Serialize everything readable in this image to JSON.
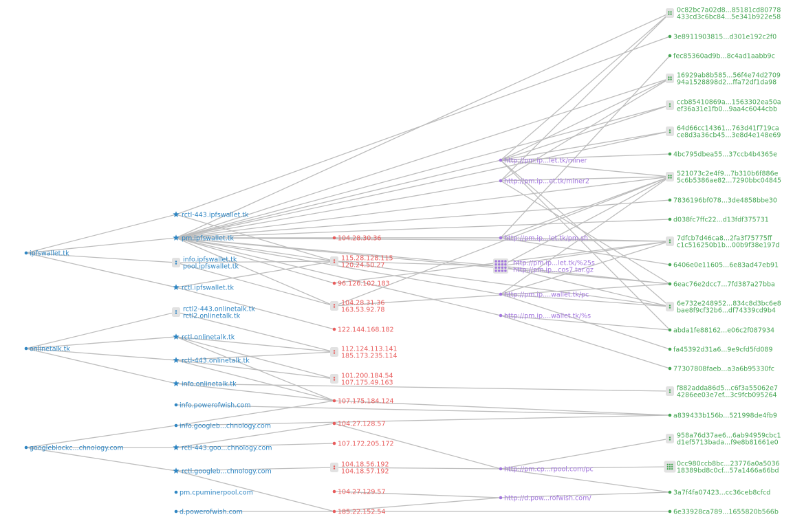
{
  "colors": {
    "domain": "#2f86c3",
    "ip": "#e85b5b",
    "url": "#a276dd",
    "hash": "#45a653",
    "edge": "#bdbdbd",
    "group_box": "#e2e2e2"
  },
  "columns": {
    "root_domains": [
      {
        "id": "d0",
        "labels": [
          "ipfswallet.tk"
        ],
        "type": "domain",
        "icon": "dot"
      },
      {
        "id": "d1",
        "labels": [
          "onlinetalk.tk"
        ],
        "type": "domain",
        "icon": "dot"
      },
      {
        "id": "d2",
        "labels": [
          "googleblockc...chnology.com"
        ],
        "type": "domain",
        "icon": "dot"
      }
    ],
    "subdomains": [
      {
        "id": "s0",
        "labels": [
          "rctl-443.ipfswallet.tk"
        ],
        "type": "domain",
        "icon": "star"
      },
      {
        "id": "s1",
        "labels": [
          "pm.ipfswallet.tk"
        ],
        "type": "domain",
        "icon": "star"
      },
      {
        "id": "s2",
        "labels": [
          "info.ipfswallet.tk",
          "pool.ipfswallet.tk"
        ],
        "type": "domain",
        "icon": "group"
      },
      {
        "id": "s3",
        "labels": [
          "rctl.ipfswallet.tk"
        ],
        "type": "domain",
        "icon": "star"
      },
      {
        "id": "s4",
        "labels": [
          "rctl2-443.onlinetalk.tk",
          "rctl2.onlinetalk.tk"
        ],
        "type": "domain",
        "icon": "group"
      },
      {
        "id": "s5",
        "labels": [
          "rctl.onlinetalk.tk"
        ],
        "type": "domain",
        "icon": "star"
      },
      {
        "id": "s6",
        "labels": [
          "rctl-443.onlinetalk.tk"
        ],
        "type": "domain",
        "icon": "star"
      },
      {
        "id": "s7",
        "labels": [
          "info.onlinetalk.tk"
        ],
        "type": "domain",
        "icon": "star"
      },
      {
        "id": "s8",
        "labels": [
          "info.powerofwish.com"
        ],
        "type": "domain",
        "icon": "dot"
      },
      {
        "id": "s9",
        "labels": [
          "info.googleb...chnology.com"
        ],
        "type": "domain",
        "icon": "dot"
      },
      {
        "id": "s10",
        "labels": [
          "rctl-443.goo...chnology.com"
        ],
        "type": "domain",
        "icon": "star"
      },
      {
        "id": "s11",
        "labels": [
          "rctl.googleb...chnology.com"
        ],
        "type": "domain",
        "icon": "star"
      },
      {
        "id": "s12",
        "labels": [
          "pm.cpuminerpool.com"
        ],
        "type": "domain",
        "icon": "dot"
      },
      {
        "id": "s13",
        "labels": [
          "d.powerofwish.com"
        ],
        "type": "domain",
        "icon": "dot"
      }
    ],
    "ips": [
      {
        "id": "i0",
        "labels": [
          "104.28.30.36"
        ],
        "type": "ip",
        "icon": "dot"
      },
      {
        "id": "i1",
        "labels": [
          "115.28.128.115",
          "120.24.50.27"
        ],
        "type": "ip",
        "icon": "group"
      },
      {
        "id": "i2",
        "labels": [
          "96.126.102.183"
        ],
        "type": "ip",
        "icon": "dot"
      },
      {
        "id": "i3",
        "labels": [
          "104.28.31.36",
          "163.53.92.78"
        ],
        "type": "ip",
        "icon": "group"
      },
      {
        "id": "i4",
        "labels": [
          "122.144.168.182"
        ],
        "type": "ip",
        "icon": "dot"
      },
      {
        "id": "i5",
        "labels": [
          "112.124.113.141",
          "185.173.235.114"
        ],
        "type": "ip",
        "icon": "group"
      },
      {
        "id": "i6",
        "labels": [
          "101.200.184.54",
          "107.175.49.163"
        ],
        "type": "ip",
        "icon": "group"
      },
      {
        "id": "i7",
        "labels": [
          "107.175.184.124"
        ],
        "type": "ip",
        "icon": "dot"
      },
      {
        "id": "i8",
        "labels": [
          "104.27.128.57"
        ],
        "type": "ip",
        "icon": "dot"
      },
      {
        "id": "i9",
        "labels": [
          "107.172.205.172"
        ],
        "type": "ip",
        "icon": "dot"
      },
      {
        "id": "i10",
        "labels": [
          "104.18.56.192",
          "104.18.57.192"
        ],
        "type": "ip",
        "icon": "group"
      },
      {
        "id": "i11",
        "labels": [
          "104.27.129.57"
        ],
        "type": "ip",
        "icon": "dot"
      },
      {
        "id": "i12",
        "labels": [
          "185.22.152.54"
        ],
        "type": "ip",
        "icon": "dot"
      }
    ],
    "urls": [
      {
        "id": "u0",
        "labels": [
          "http://pm.ip...let.tk/miner"
        ],
        "type": "url",
        "icon": "dot"
      },
      {
        "id": "u1",
        "labels": [
          "http://pm.ip...et.tk/miner2"
        ],
        "type": "url",
        "icon": "dot"
      },
      {
        "id": "u2",
        "labels": [
          "http://pm.ip...let.tk/pm.sh"
        ],
        "type": "url",
        "icon": "dot"
      },
      {
        "id": "u3",
        "labels": [
          "http://pm.ip...let.tk/%25s",
          "http://pm.ip...cos7.tar.gz"
        ],
        "type": "url",
        "icon": "biggroup"
      },
      {
        "id": "u4",
        "labels": [
          "http://pm.ip....wallet.tk/pc"
        ],
        "type": "url",
        "icon": "dot"
      },
      {
        "id": "u5",
        "labels": [
          "http://pm.ip....wallet.tk/%s"
        ],
        "type": "url",
        "icon": "dot"
      },
      {
        "id": "u6",
        "labels": [
          "http://pm.cp...rpool.com/pc"
        ],
        "type": "url",
        "icon": "dot"
      },
      {
        "id": "u7",
        "labels": [
          "http://d.pow...rofwish.com/"
        ],
        "type": "url",
        "icon": "dot"
      }
    ],
    "hashes": [
      {
        "id": "h0",
        "labels": [
          "0c82bc7a02d8...85181cd80778",
          "433cd3c6bc84...5e341b922e58"
        ],
        "type": "hash",
        "icon": "group4"
      },
      {
        "id": "h1",
        "labels": [
          "3e8911903815...d301e192c2f0"
        ],
        "type": "hash",
        "icon": "dot"
      },
      {
        "id": "h2",
        "labels": [
          "fec85360ad9b...8c4ad1aabb9c"
        ],
        "type": "hash",
        "icon": "dot"
      },
      {
        "id": "h3",
        "labels": [
          "16929ab8b585...56f4e74d2709",
          "94a1528898d2...ffa72df1da98"
        ],
        "type": "hash",
        "icon": "group4"
      },
      {
        "id": "h4",
        "labels": [
          "ccb85410869a...1563302ea50a",
          "ef36a31e1fb0...9aa4c6044cbb"
        ],
        "type": "hash",
        "icon": "group"
      },
      {
        "id": "h5",
        "labels": [
          "64d66cc14361...763d41f719ca",
          "ce8d3a36cb45...3e8d4e148e69"
        ],
        "type": "hash",
        "icon": "group"
      },
      {
        "id": "h6",
        "labels": [
          "4bc795dbea55...37ccb4b4365e"
        ],
        "type": "hash",
        "icon": "dot"
      },
      {
        "id": "h7",
        "labels": [
          "521073c2e4f9...7b310b6f886e",
          "5c6b5386ae82...7290bbc04845"
        ],
        "type": "hash",
        "icon": "group4"
      },
      {
        "id": "h8",
        "labels": [
          "7836196bf078...3de4858bbe30"
        ],
        "type": "hash",
        "icon": "dot"
      },
      {
        "id": "h9",
        "labels": [
          "d038fc7ffc22...d13fdf375731"
        ],
        "type": "hash",
        "icon": "dot"
      },
      {
        "id": "h10",
        "labels": [
          "7dfcb7d46ca8...2fa3f75775ff",
          "c1c516250b1b...00b9f38e197d"
        ],
        "type": "hash",
        "icon": "group"
      },
      {
        "id": "h11",
        "labels": [
          "6406e0e11605...6e83ad47eb91"
        ],
        "type": "hash",
        "icon": "dot"
      },
      {
        "id": "h12",
        "labels": [
          "6eac76e2dcc7...7fd387a27bba"
        ],
        "type": "hash",
        "icon": "dot"
      },
      {
        "id": "h13",
        "labels": [
          "6e732e248952...834c8d3bc6e8",
          "bae8f9cf32b6...df74339cd9b4"
        ],
        "type": "hash",
        "icon": "group"
      },
      {
        "id": "h14",
        "labels": [
          "abda1fe88162...e06c2f087934"
        ],
        "type": "hash",
        "icon": "dot"
      },
      {
        "id": "h15",
        "labels": [
          "fa45392d31a6...9e9cfd5fd089"
        ],
        "type": "hash",
        "icon": "dot"
      },
      {
        "id": "h16",
        "labels": [
          "77307808faeb...a3a6b95330fc"
        ],
        "type": "hash",
        "icon": "dot"
      },
      {
        "id": "h17",
        "labels": [
          "f882adda86d5...c6f3a55062e7",
          "4286ee03e7ef...3c9fcb095264"
        ],
        "type": "hash",
        "icon": "group"
      },
      {
        "id": "h18",
        "labels": [
          "a839433b156b...521998de4fb9"
        ],
        "type": "hash",
        "icon": "dot"
      },
      {
        "id": "h19",
        "labels": [
          "958a76d37ae6...6ab94959cbc1",
          "d1ef5713bada...f9e8b81661e0"
        ],
        "type": "hash",
        "icon": "group"
      },
      {
        "id": "h20",
        "labels": [
          "0cc980ccb8bc...23776a0a5036",
          "18389bd8c0cf...57a1466a66bd"
        ],
        "type": "hash",
        "icon": "group9"
      },
      {
        "id": "h21",
        "labels": [
          "3a7f4fa07423...cc36ceb8cfcd"
        ],
        "type": "hash",
        "icon": "dot"
      },
      {
        "id": "h22",
        "labels": [
          "6e33928ca789...1655820b566b"
        ],
        "type": "hash",
        "icon": "dot"
      }
    ]
  },
  "edges": [
    [
      "d0",
      "s0"
    ],
    [
      "d0",
      "s1"
    ],
    [
      "d0",
      "s2"
    ],
    [
      "d0",
      "s3"
    ],
    [
      "d1",
      "s4"
    ],
    [
      "d1",
      "s5"
    ],
    [
      "d1",
      "s6"
    ],
    [
      "d1",
      "s7"
    ],
    [
      "d2",
      "s9"
    ],
    [
      "d2",
      "s10"
    ],
    [
      "d2",
      "s11"
    ],
    [
      "s0",
      "h1"
    ],
    [
      "s0",
      "i1"
    ],
    [
      "s1",
      "i0"
    ],
    [
      "s1",
      "i1"
    ],
    [
      "s1",
      "i2"
    ],
    [
      "s1",
      "i3"
    ],
    [
      "s1",
      "u0"
    ],
    [
      "s1",
      "u1"
    ],
    [
      "s1",
      "u2"
    ],
    [
      "s1",
      "u3"
    ],
    [
      "s1",
      "u4"
    ],
    [
      "s1",
      "u5"
    ],
    [
      "s1",
      "h0"
    ],
    [
      "s1",
      "h3"
    ],
    [
      "s1",
      "h4"
    ],
    [
      "s1",
      "h5"
    ],
    [
      "s1",
      "h7"
    ],
    [
      "s1",
      "h8"
    ],
    [
      "s1",
      "h9"
    ],
    [
      "s1",
      "h10"
    ],
    [
      "s1",
      "h12"
    ],
    [
      "s2",
      "i3"
    ],
    [
      "s2",
      "i1"
    ],
    [
      "s3",
      "i4"
    ],
    [
      "s3",
      "i1"
    ],
    [
      "s4",
      "i5"
    ],
    [
      "s5",
      "i5"
    ],
    [
      "s5",
      "i6"
    ],
    [
      "s5",
      "i7"
    ],
    [
      "s6",
      "i5"
    ],
    [
      "s6",
      "i6"
    ],
    [
      "s6",
      "i7"
    ],
    [
      "s7",
      "i7"
    ],
    [
      "s7",
      "h17"
    ],
    [
      "s8",
      "h18"
    ],
    [
      "s9",
      "i7"
    ],
    [
      "s9",
      "h18"
    ],
    [
      "s10",
      "i9"
    ],
    [
      "s10",
      "i8"
    ],
    [
      "s11",
      "i12"
    ],
    [
      "s11",
      "i10"
    ],
    [
      "s13",
      "i12"
    ],
    [
      "i0",
      "u2"
    ],
    [
      "i1",
      "u3"
    ],
    [
      "i1",
      "h13"
    ],
    [
      "i2",
      "h10"
    ],
    [
      "i3",
      "h12"
    ],
    [
      "i3",
      "h7"
    ],
    [
      "i7",
      "h18"
    ],
    [
      "i8",
      "u6"
    ],
    [
      "i10",
      "u6"
    ],
    [
      "i11",
      "u7"
    ],
    [
      "i12",
      "u7"
    ],
    [
      "i12",
      "h22"
    ],
    [
      "u0",
      "h0"
    ],
    [
      "u0",
      "h3"
    ],
    [
      "u0",
      "h4"
    ],
    [
      "u0",
      "h5"
    ],
    [
      "u0",
      "h6"
    ],
    [
      "u0",
      "h7"
    ],
    [
      "u0",
      "h13"
    ],
    [
      "u0",
      "h14"
    ],
    [
      "u1",
      "h0"
    ],
    [
      "u1",
      "h3"
    ],
    [
      "u1",
      "h7"
    ],
    [
      "u1",
      "h12"
    ],
    [
      "u2",
      "h2"
    ],
    [
      "u2",
      "h7"
    ],
    [
      "u2",
      "h10"
    ],
    [
      "u2",
      "h11"
    ],
    [
      "u3",
      "h7"
    ],
    [
      "u3",
      "h10"
    ],
    [
      "u3",
      "h12"
    ],
    [
      "u3",
      "h13"
    ],
    [
      "u4",
      "h7"
    ],
    [
      "u4",
      "h10"
    ],
    [
      "u4",
      "h13"
    ],
    [
      "u4",
      "h15"
    ],
    [
      "u5",
      "h14"
    ],
    [
      "u5",
      "h16"
    ],
    [
      "u6",
      "h19"
    ],
    [
      "u6",
      "h20"
    ],
    [
      "u6",
      "h21"
    ],
    [
      "u7",
      "h21"
    ]
  ]
}
